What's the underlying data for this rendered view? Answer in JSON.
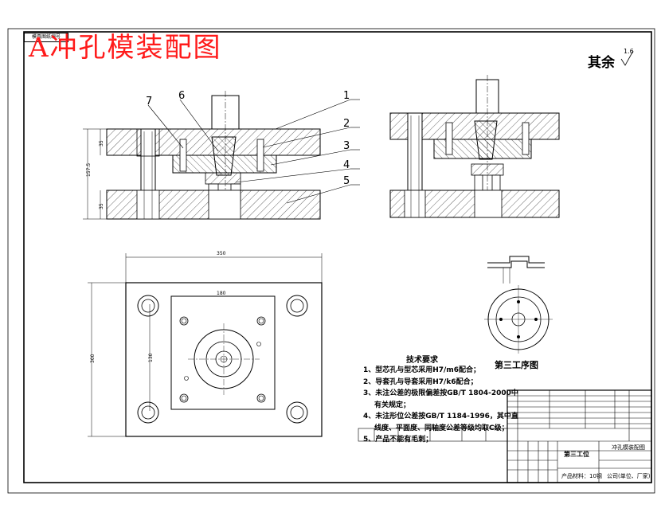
{
  "drawing": {
    "title_red": "A冲孔模装配图",
    "corner_tag": "模具图纸编号",
    "roughness_label": "其余",
    "roughness_value": "1.6"
  },
  "callouts": [
    "1",
    "2",
    "3",
    "4",
    "5",
    "6",
    "7"
  ],
  "dimensions": {
    "plate_width": "350",
    "plate_height": "300",
    "inner_width": "180",
    "inner_height": "130",
    "total_height": "157.5",
    "top_plate": "35",
    "bottom_plate": "35"
  },
  "tech_requirements": {
    "title": "技术要求",
    "items": [
      "1、型芯孔与型芯采用H7/m6配合；",
      "2、导套孔与导套采用H7/k6配合；",
      "3、未注公差的极限偏差按GB/T 1804-2000中",
      "有关规定；",
      "4、未注形位公差按GB/T 1184-1996，其中直",
      "线度、平面度、同轴度公差等级均取C级；",
      "5、产品不能有毛刺；"
    ]
  },
  "process_drawing_label": "第三工序图",
  "title_block": {
    "process_name": "第三工位",
    "drawing_name": "冲孔模装配图",
    "material": "产品材料：10钢",
    "company": "公司(单位、厂家)"
  }
}
